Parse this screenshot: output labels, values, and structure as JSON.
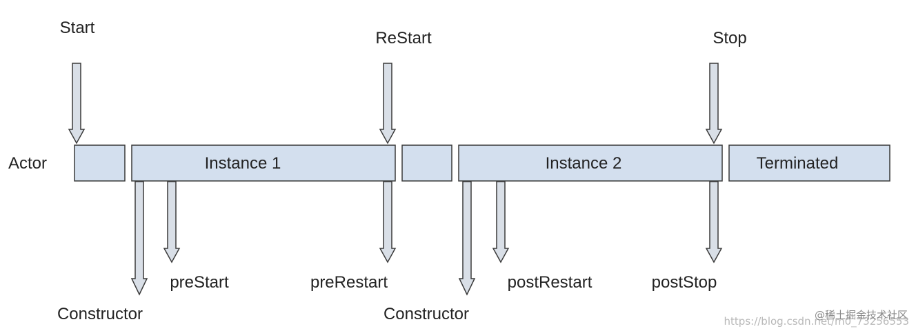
{
  "diagram": {
    "actor_label": "Actor",
    "events": {
      "start": "Start",
      "restart": "ReStart",
      "stop": "Stop"
    },
    "states": {
      "instance1": "Instance 1",
      "instance2": "Instance 2",
      "terminated": "Terminated"
    },
    "hooks": {
      "constructor1": "Constructor",
      "prestart": "preStart",
      "prerestart": "preRestart",
      "constructor2": "Constructor",
      "postrestart": "postRestart",
      "poststop": "postStop"
    },
    "colors": {
      "box_fill": "#d3dfee",
      "box_stroke": "#3a3a3a",
      "arrow_fill": "#d9dfe7",
      "arrow_stroke": "#3a3a3a"
    }
  },
  "watermark": {
    "url": "https://blog.csdn.net/m0_73256553",
    "site": "@稀土掘金技术社区"
  }
}
